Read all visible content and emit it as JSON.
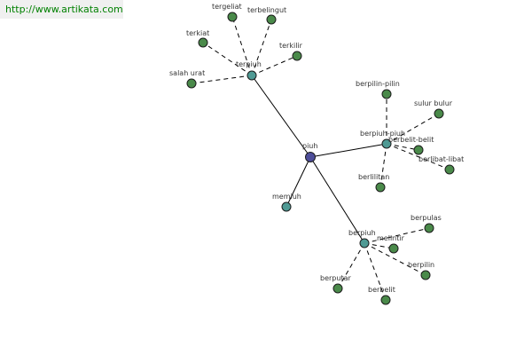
{
  "url": "http://www.artikata.com",
  "colors": {
    "url_text": "#008000",
    "url_bg": "#f0f0f0",
    "root": "#4d4d99",
    "hub": "#4f9a94",
    "leaf": "#4a8a4a"
  },
  "graph": {
    "root": {
      "id": "piuh",
      "label": "piuh"
    },
    "hubs": [
      {
        "id": "terpiuh",
        "label": "terpiuh"
      },
      {
        "id": "berpiuh-piuh",
        "label": "berpiuh-piuh"
      },
      {
        "id": "berpiuh",
        "label": "berpiuh"
      },
      {
        "id": "memiuh",
        "label": "memiuh"
      }
    ],
    "leaves": [
      {
        "id": "tergeliat",
        "label": "tergeliat",
        "parent": "terpiuh"
      },
      {
        "id": "terbelingut",
        "label": "terbelingut",
        "parent": "terpiuh"
      },
      {
        "id": "terkiat",
        "label": "terkiat",
        "parent": "terpiuh"
      },
      {
        "id": "terkilir",
        "label": "terkilir",
        "parent": "terpiuh"
      },
      {
        "id": "salah-urat",
        "label": "salah urat",
        "parent": "terpiuh"
      },
      {
        "id": "berpilin-pilin",
        "label": "berpilin-pilin",
        "parent": "berpiuh-piuh"
      },
      {
        "id": "sulur-bulur",
        "label": "sulur bulur",
        "parent": "berpiuh-piuh"
      },
      {
        "id": "berbelit-belit",
        "label": "berbelit-belit",
        "parent": "berpiuh-piuh"
      },
      {
        "id": "berlibat-libat",
        "label": "berlibat-libat",
        "parent": "berpiuh-piuh"
      },
      {
        "id": "berlilitan",
        "label": "berlilitan",
        "parent": "berpiuh-piuh"
      },
      {
        "id": "berpulas",
        "label": "berpulas",
        "parent": "berpiuh"
      },
      {
        "id": "melintir",
        "label": "melintir",
        "parent": "berpiuh"
      },
      {
        "id": "berpilin",
        "label": "berpilin",
        "parent": "berpiuh"
      },
      {
        "id": "berputar",
        "label": "berputar",
        "parent": "berpiuh"
      },
      {
        "id": "berbelit",
        "label": "berbelit",
        "parent": "berpiuh"
      }
    ]
  }
}
